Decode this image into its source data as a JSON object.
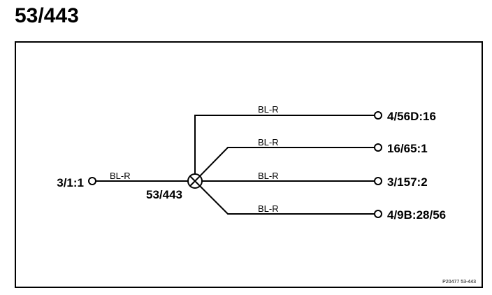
{
  "title": "53/443",
  "splice": {
    "label": "53/443"
  },
  "source": {
    "label": "3/1:1",
    "wire": "BL-R"
  },
  "branches": [
    {
      "label": "4/56D:16",
      "wire": "BL-R"
    },
    {
      "label": "16/65:1",
      "wire": "BL-R"
    },
    {
      "label": "3/157:2",
      "wire": "BL-R"
    },
    {
      "label": "4/9B:28/56",
      "wire": "BL-R"
    }
  ],
  "reference": "P20477  53-443",
  "colors": {
    "line": "#000000",
    "background": "#ffffff"
  }
}
